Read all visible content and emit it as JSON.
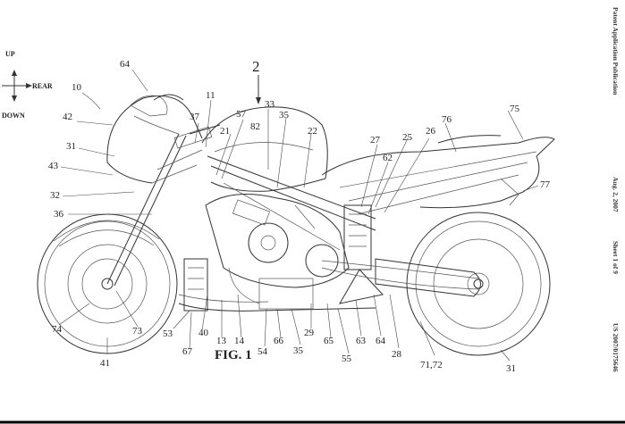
{
  "directions": {
    "up": "UP",
    "rear": "REAR",
    "down": "DOWN",
    "front_ref": "10"
  },
  "figure_label": "FIG. 1",
  "side_header": {
    "publication": "Patent Application Publication",
    "date": "Aug. 2, 2007",
    "sheet": "Sheet 1 of 9",
    "number": "US 2007/0175646"
  },
  "reference_numerals": {
    "n2": "2",
    "n64": "64",
    "n42": "42",
    "n31a": "31",
    "n43": "43",
    "n32": "32",
    "n36": "36",
    "n11": "11",
    "n37": "37",
    "n57": "57",
    "n33": "33",
    "n35": "35",
    "n82": "82",
    "n21": "21",
    "n22": "22",
    "n27": "27",
    "n25": "25",
    "n26": "26",
    "n76": "76",
    "n75": "75",
    "n77": "77",
    "n62": "62",
    "n53": "53",
    "n40": "40",
    "n13": "13",
    "n14": "14",
    "n67": "67",
    "n54": "54",
    "n66": "66",
    "n35b": "35",
    "n29": "29",
    "n65": "65",
    "n63": "63",
    "n64b": "64",
    "n28": "28",
    "n55": "55",
    "n74": "74",
    "n73": "73",
    "n41": "41",
    "n7172": "71,72",
    "n31b": "31"
  }
}
